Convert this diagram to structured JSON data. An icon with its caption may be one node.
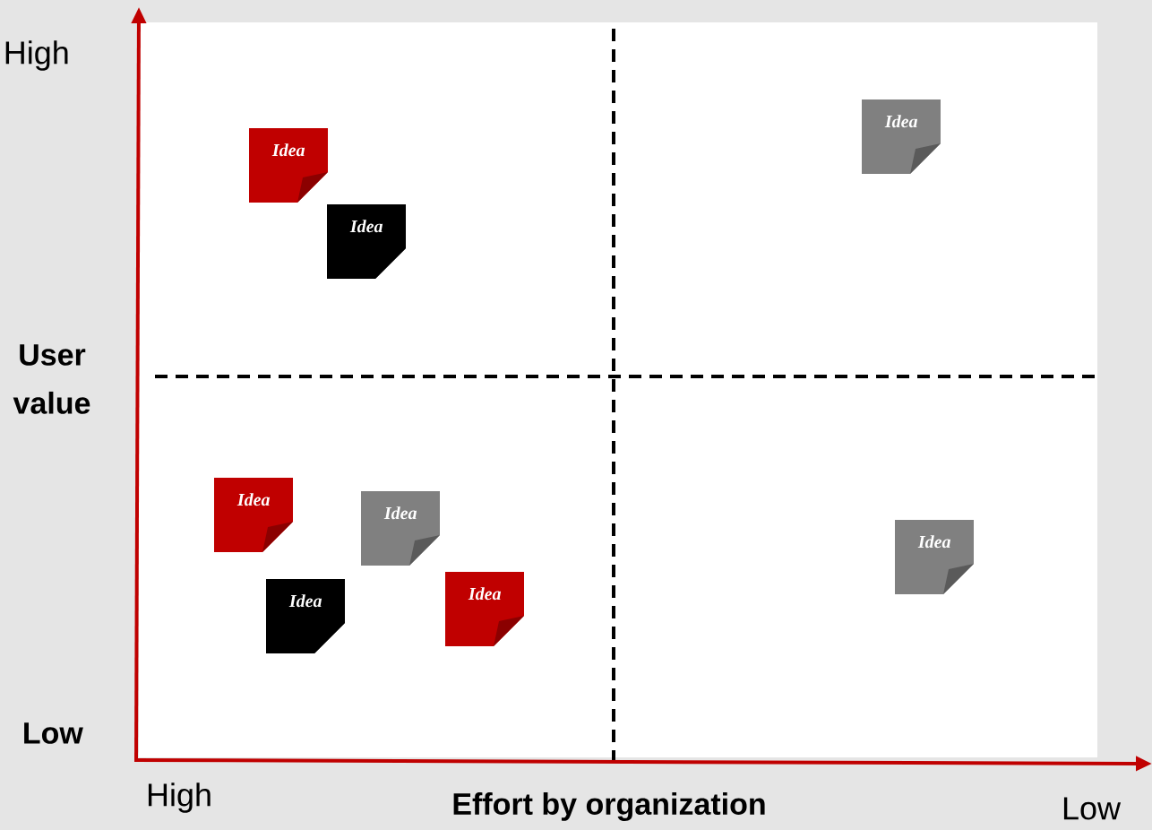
{
  "diagram": {
    "nodes": [
      {
        "text": [
          "Idea"
        ]
      },
      {
        "text": [
          "Idea"
        ]
      },
      {
        "text": [
          "Idea"
        ]
      },
      {
        "text": [
          "Idea"
        ]
      },
      {
        "text": [
          "Idea"
        ]
      },
      {
        "text": [
          "Idea"
        ]
      },
      {
        "text": [
          "Idea"
        ]
      },
      {
        "text": [
          "Idea"
        ]
      }
    ],
    "labels": [
      "High",
      "User value",
      "Low",
      "High",
      "Effort by organization",
      "Low"
    ]
  }
}
